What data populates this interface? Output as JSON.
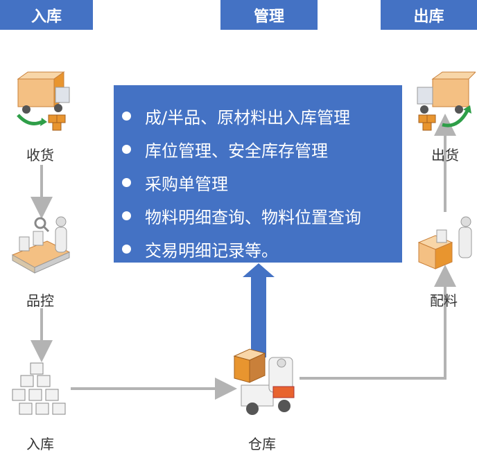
{
  "headers": {
    "inbound": "入库",
    "management": "管理",
    "outbound": "出库"
  },
  "nodes": {
    "receiving": "收货",
    "quality_control": "品控",
    "inbound_store": "入库",
    "warehouse": "仓库",
    "picking": "配料",
    "shipping": "出货"
  },
  "features": [
    "成/半品、原材料出入库管理",
    "库位管理、安全库存管理",
    "采购单管理",
    "物料明细查询、物料位置查询",
    "交易明细记录等。"
  ],
  "colors": {
    "header": "#4472c4",
    "box": "#4472c4",
    "flow_line": "#b3b3b3",
    "box_orange": "#e8952f",
    "up_arrow": "#4472c4"
  }
}
